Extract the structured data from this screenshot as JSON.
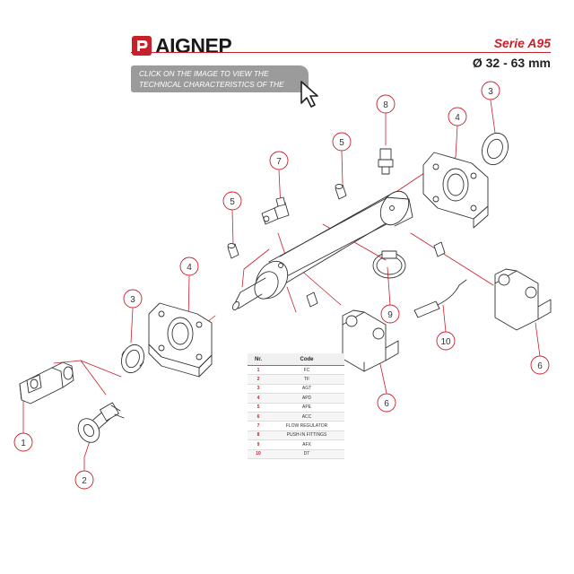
{
  "brand": {
    "name": "AIGNEP",
    "color": "#c8202a"
  },
  "header": {
    "series": "Serie A95",
    "diameter": "Ø 32 - 63 mm"
  },
  "banner": {
    "text": "CLICK ON THE IMAGE TO VIEW THE TECHNICAL CHARACTERISTICS OF THE PRODUCT",
    "icon": "cursor-arrow-icon",
    "color": "#9b9b9b"
  },
  "callouts": [
    "1",
    "2",
    "3",
    "3",
    "4",
    "4",
    "5",
    "5",
    "6",
    "6",
    "7",
    "8",
    "9",
    "10"
  ],
  "code_table": {
    "headers": {
      "nr": "Nr.",
      "code": "Code"
    },
    "rows": [
      {
        "nr": "1",
        "code": "FC"
      },
      {
        "nr": "2",
        "code": "TF"
      },
      {
        "nr": "3",
        "code": "AGT"
      },
      {
        "nr": "4",
        "code": "APD"
      },
      {
        "nr": "5",
        "code": "APE"
      },
      {
        "nr": "6",
        "code": "ACC"
      },
      {
        "nr": "7",
        "code": "FLOW REGULATOR"
      },
      {
        "nr": "8",
        "code": "PUSH-IN FITTINGS"
      },
      {
        "nr": "9",
        "code": "AFX"
      },
      {
        "nr": "10",
        "code": "DT"
      }
    ]
  }
}
